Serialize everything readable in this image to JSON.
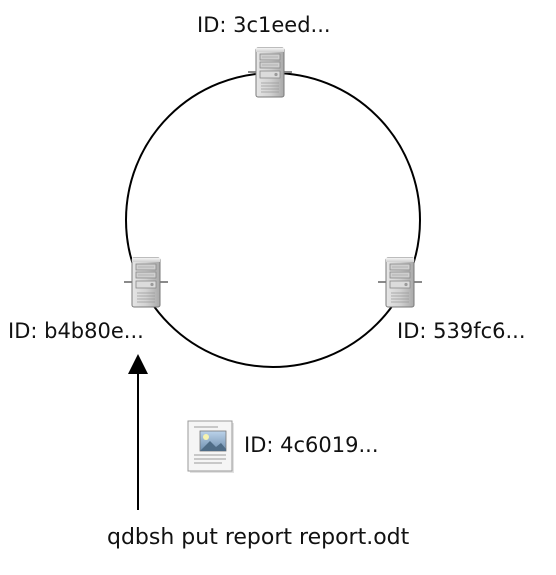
{
  "diagram": {
    "nodes": [
      {
        "id_label": "ID: 3c1eed...",
        "icon": "server-icon"
      },
      {
        "id_label": "ID: b4b80e...",
        "icon": "server-icon"
      },
      {
        "id_label": "ID: 539fc6...",
        "icon": "server-icon"
      }
    ],
    "document": {
      "id_label": "ID: 4c6019...",
      "icon": "document-image-icon"
    },
    "command": "qdbsh put report report.odt",
    "colors": {
      "ring": "#000000",
      "text": "#111111",
      "arrow": "#000000"
    }
  }
}
